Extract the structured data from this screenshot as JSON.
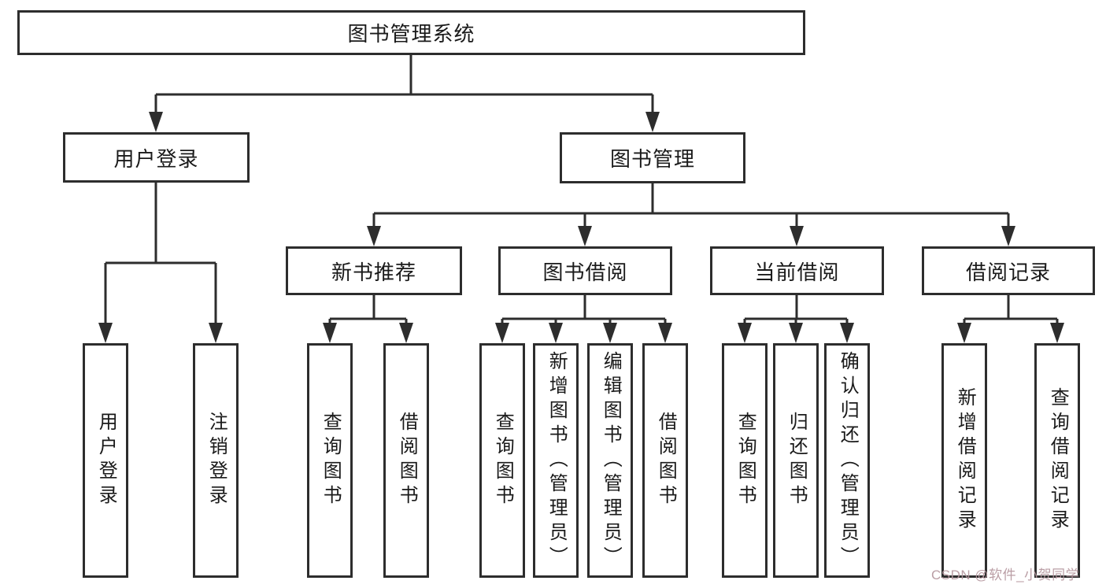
{
  "diagram": {
    "root": {
      "label": "图书管理系统",
      "children": [
        {
          "label": "用户登录",
          "children": [
            {
              "label": "用户登录"
            },
            {
              "label": "注销登录"
            }
          ]
        },
        {
          "label": "图书管理",
          "children": [
            {
              "label": "新书推荐",
              "children": [
                {
                  "label": "查询图书"
                },
                {
                  "label": "借阅图书"
                }
              ]
            },
            {
              "label": "图书借阅",
              "children": [
                {
                  "label": "查询图书"
                },
                {
                  "label": "新增图书（管理员）"
                },
                {
                  "label": "编辑图书（管理员）"
                },
                {
                  "label": "借阅图书"
                }
              ]
            },
            {
              "label": "当前借阅",
              "children": [
                {
                  "label": "查询图书"
                },
                {
                  "label": "归还图书"
                },
                {
                  "label": "确认归还（管理员）"
                }
              ]
            },
            {
              "label": "借阅记录",
              "children": [
                {
                  "label": "新增借阅记录"
                },
                {
                  "label": "查询借阅记录"
                }
              ]
            }
          ]
        }
      ]
    }
  },
  "watermark": {
    "text": "CSDN @软件_小贺同学"
  },
  "colors": {
    "line": "#2d2d2d",
    "box_border": "#2d2d2d",
    "text": "#1a1a1a",
    "background": "#ffffff",
    "watermark": "#b5969e"
  }
}
